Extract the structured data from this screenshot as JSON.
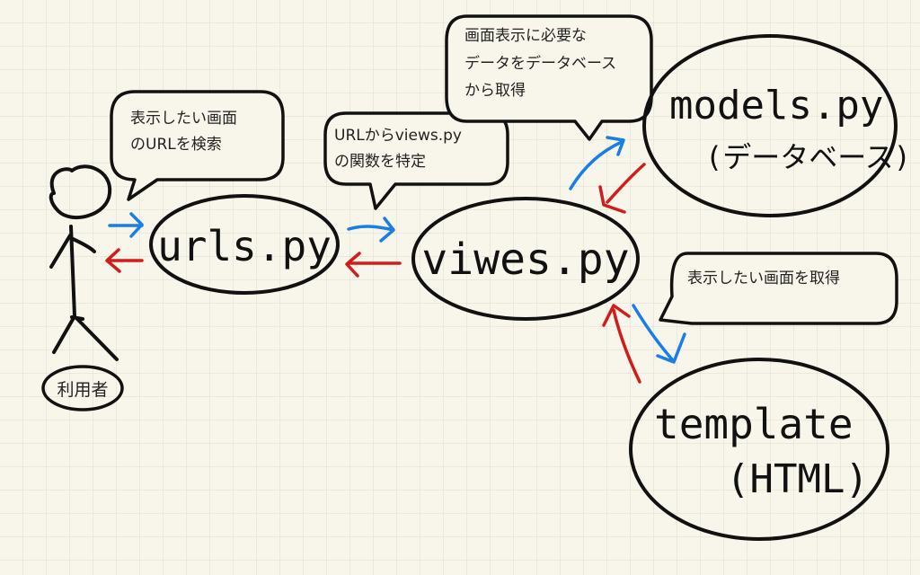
{
  "colors": {
    "request_arrow": "#1a7ee6",
    "response_arrow": "#d01c1c",
    "paper": "#f8f5ea",
    "grid": "#dedbcf"
  },
  "user": {
    "label": "利用者"
  },
  "nodes": {
    "urls": {
      "label": "urls.py"
    },
    "views": {
      "label": "viwes.py"
    },
    "models": {
      "label": "models.py",
      "sub": "(データベース)"
    },
    "template": {
      "label": "template",
      "sub": "(HTML)"
    }
  },
  "bubbles": {
    "user_to_urls": [
      "表示したい画面",
      "のURLを検索"
    ],
    "urls_to_views": [
      "URLからviews.py",
      "の関数を特定"
    ],
    "views_to_models": [
      "画面表示に必要な",
      "データをデータベース",
      "から取得"
    ],
    "views_to_template": [
      "表示したい画面を取得"
    ]
  }
}
